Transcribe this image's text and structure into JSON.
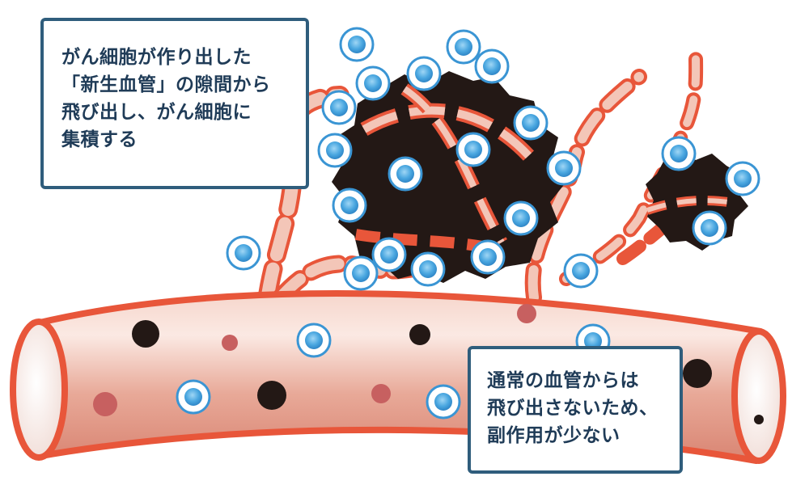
{
  "callouts": {
    "top": {
      "lines": [
        "がん細胞が作り出した",
        "「新生血管」の隙間から",
        "飛び出し、がん細胞に",
        "集積する"
      ]
    },
    "bottom": {
      "lines": [
        "通常の血管からは",
        "飛び出さないため、",
        "副作用が少ない"
      ]
    }
  },
  "colors": {
    "vessel_red": "#e8563a",
    "vessel_fill": "#e3a192",
    "tumor": "#231815",
    "particle_blue": "#4aa7e0",
    "particle_ring": "#3a95d4",
    "callout_border": "#2f5d7c",
    "callout_text": "#1f3b57"
  },
  "icons": {
    "particle": "nanoparticle-icon",
    "tumor": "cancer-cell-icon"
  }
}
